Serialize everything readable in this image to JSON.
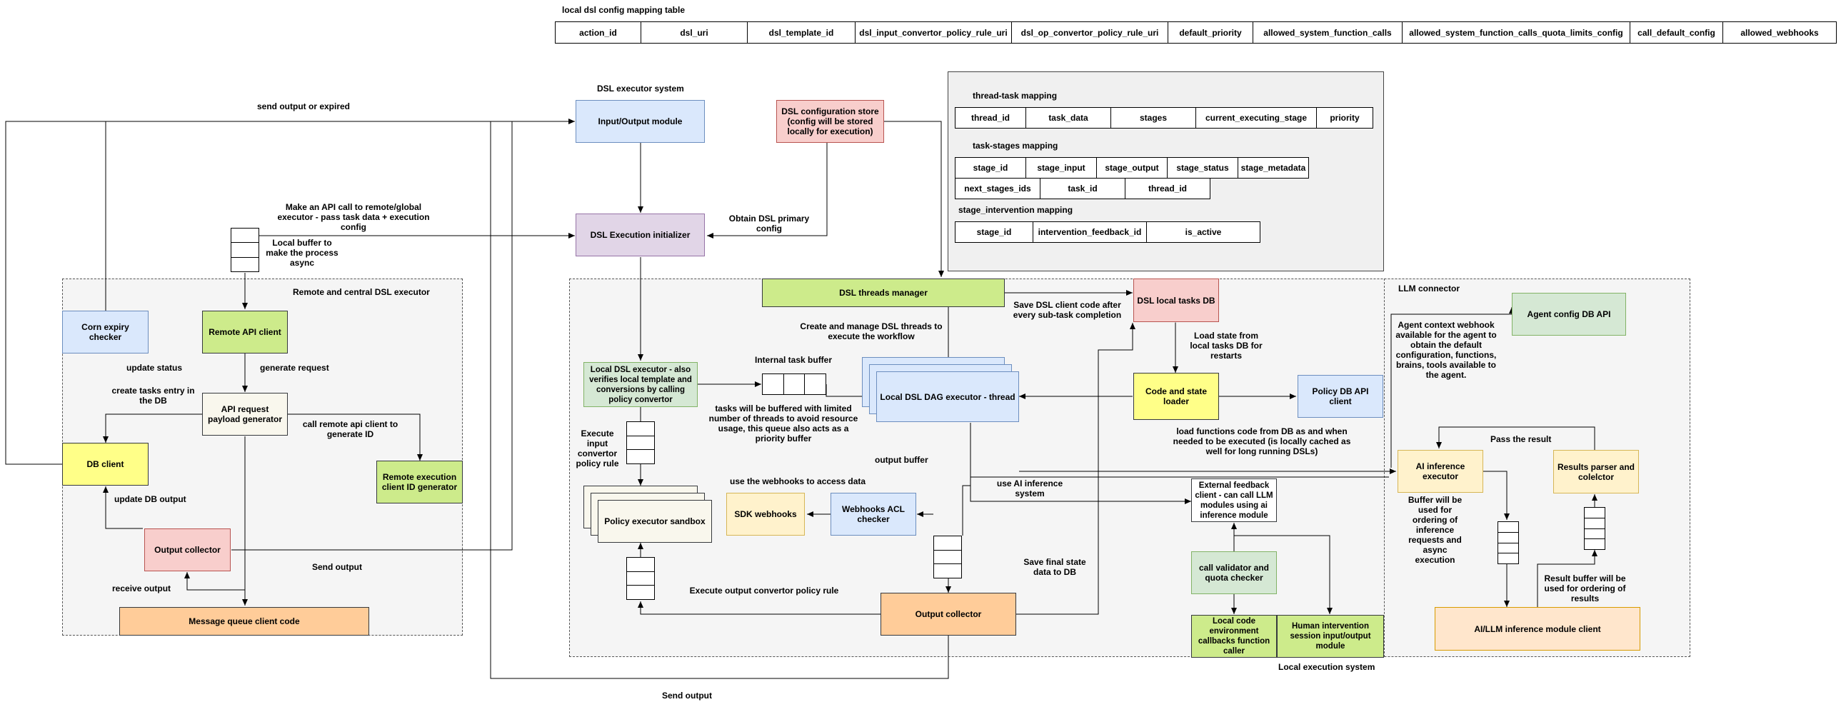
{
  "mapping_table": {
    "title": "local dsl config mapping table",
    "columns": [
      "action_id",
      "dsl_uri",
      "dsl_template_id",
      "dsl_input_convertor_policy_rule_uri",
      "dsl_op_convertor_policy_rule_uri",
      "default_priority",
      "allowed_system_function_calls",
      "allowed_system_function_calls_quota_limits_config",
      "call_default_config",
      "allowed_webhooks"
    ]
  },
  "state_tables": {
    "thread_task": {
      "title": "thread-task mapping",
      "columns": [
        "thread_id",
        "task_data",
        "stages",
        "current_executing_stage",
        "priority"
      ]
    },
    "task_stages": {
      "title": "task-stages mapping",
      "row1": [
        "stage_id",
        "stage_input",
        "stage_output",
        "stage_status",
        "stage_metadata"
      ],
      "row2": [
        "next_stages_ids",
        "task_id",
        "thread_id"
      ]
    },
    "stage_intervention": {
      "title": "stage_intervention mapping",
      "columns": [
        "stage_id",
        "intervention_feedback_id",
        "is_active"
      ]
    }
  },
  "regions": {
    "remote": "Remote and central DSL executor",
    "llm": "LLM connector",
    "local": "Local execution system"
  },
  "nodes": {
    "io_module": "Input/Output module",
    "dsl_exec_system": "DSL executor system",
    "config_store": "DSL configuration store (config will be stored locally for execution)",
    "exec_initializer": "DSL Execution initializer",
    "threads_manager": "DSL threads manager",
    "local_tasks_db": "DSL local tasks DB",
    "agent_config_db": "Agent config DB API",
    "corn_expiry": "Corn expiry checker",
    "remote_api_client": "Remote API client",
    "api_payload_gen": "API request payload generator",
    "db_client": "DB client",
    "remote_exec_id_gen": "Remote execution client ID generator",
    "output_collector_remote": "Output collector",
    "mq_client": "Message queue client code",
    "local_dsl_executor": "Local DSL executor - also verifies local template and conversions by calling policy convertor",
    "dag_executor": "Local DSL DAG executor - thread",
    "code_state_loader": "Code and state loader",
    "policy_db_client": "Policy DB API client",
    "policy_sandbox": "Policy executor sandbox",
    "sdk_webhooks": "SDK webhooks",
    "webhooks_acl": "Webhooks ACL checker",
    "external_feedback": "External feedback client - can call LLM modules using ai inference module",
    "call_validator": "call validator and quota checker",
    "local_callbacks": "Local code environment callbacks function caller",
    "human_intervention": "Human intervention session input/output module",
    "output_collector_local": "Output collector",
    "ai_inference_exec": "AI inference executor",
    "results_parser": "Results parser and colelctor",
    "llm_client": "AI/LLM inference module client"
  },
  "labels": {
    "send_output_or_expired": "send output or expired",
    "make_api_call": "Make an API call to remote/global executor - pass task data + execution config",
    "local_buffer": "Local buffer to make the process async",
    "obtain_primary_config": "Obtain DSL primary config",
    "update_status": "update status",
    "generate_request": "generate request",
    "create_tasks_entry": "create tasks entry in the DB",
    "call_remote_api": "call remote api client to generate ID",
    "update_db_output": "update DB output",
    "receive_output": "receive output",
    "send_output_mid": "Send output",
    "send_output_bottom": "Send output",
    "save_client_code": "Save DSL client code after every sub-task completion",
    "create_manage_threads": "Create and manage DSL threads to execute the workflow",
    "internal_buffer": "Internal task buffer",
    "tasks_buffered": "tasks will be buffered with limited number of threads to avoid resource usage, this queue also acts as a priority buffer",
    "load_state": "Load state from local tasks DB for restarts",
    "load_functions": "load functions code from DB as and when needed to be executed (is locally cached as well for long running DSLs)",
    "execute_input_policy": "Execute input convertor policy rule",
    "output_buffer": "output buffer",
    "use_webhooks": "use the webhooks to access data",
    "use_ai_inference": "use AI inference system",
    "save_final_state": "Save final state data to DB",
    "execute_output_policy": "Execute output convertor policy rule",
    "agent_context_webhook": "Agent context webhook available for the agent to obtain the default configuration, functions, brains, tools available to the agent.",
    "pass_result": "Pass the result",
    "buffer_inference": "Buffer will be used for ordering of inference requests and async execution",
    "result_buffer": "Result buffer will be used for ordering of results"
  },
  "colors": {
    "blue": "#dae8fc",
    "purple": "#e1d5e7",
    "red": "#f8cecc",
    "green": "#cdeb8b",
    "yellow": "#ffff88",
    "cream": "#f9f7ed",
    "orange": "#ffcc99",
    "lightgreen": "#d5e8d4",
    "lightyellow": "#fff2cc",
    "peach": "#ffe6cc"
  }
}
